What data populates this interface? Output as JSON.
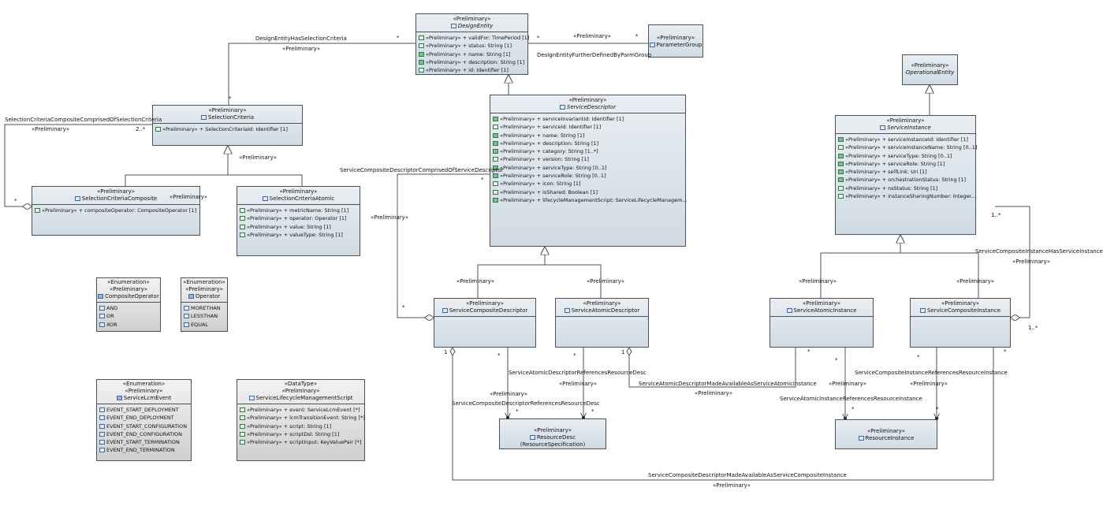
{
  "classes": {
    "design_entity": {
      "stereotype": "«Preliminary»",
      "name": "DesignEntity",
      "italic": true,
      "attrs": [
        "«Preliminary» + validFor: TimePeriod [1]",
        "«Preliminary» + status: String [1]",
        "«Preliminary» + name: String [1]",
        "«Preliminary» + description: String [1]",
        "«Preliminary» + id: Identifier [1]"
      ]
    },
    "parameter_group": {
      "stereotype": "«Preliminary»",
      "name": "ParameterGroup",
      "italic": false
    },
    "selection_criteria": {
      "stereotype": "«Preliminary»",
      "name": "SelectionCriteria",
      "italic": false,
      "attrs": [
        "«Preliminary» + SelectionCriteriaId: Identifier [1]"
      ]
    },
    "selection_criteria_composite": {
      "stereotype": "«Preliminary»",
      "name": "SelectionCriteriaComposite",
      "italic": false,
      "attrs": [
        "«Preliminary» + compositeOperator: CompositeOperator [1]"
      ]
    },
    "selection_criteria_atomic": {
      "stereotype": "«Preliminary»",
      "name": "SelectionCriteriaAtomic",
      "italic": false,
      "attrs": [
        "«Preliminary» + metricName: String [1]",
        "«Preliminary» + operator: Operator [1]",
        "«Preliminary» + value: String [1]",
        "«Preliminary» + valueType: String [1]"
      ]
    },
    "service_descriptor": {
      "stereotype": "«Preliminary»",
      "name": "ServiceDescriptor",
      "italic": true,
      "attrs": [
        "«Preliminary» + serviceInvariantId: Identifier [1]",
        "«Preliminary» + serviceId: Identifier [1]",
        "«Preliminary» + name: String [1]",
        "«Preliminary» + description: String [1]",
        "«Preliminary» + category: String [1..*]",
        "«Preliminary» + version: String [1]",
        "«Preliminary» + serviceType: String [0..1]",
        "«Preliminary» + serviceRole: String [0..1]",
        "«Preliminary» + icon: String [1]",
        "«Preliminary» + isShared: Boolean [1]",
        "«Preliminary» + lifecycleManagementScript: ServiceLifecycleManagem..."
      ]
    },
    "operational_entity": {
      "stereotype": "«Preliminary»",
      "name": "OperationalEntity",
      "italic": true
    },
    "service_instance": {
      "stereotype": "«Preliminary»",
      "name": "ServiceInstance",
      "italic": true,
      "attrs": [
        "«Preliminary» + serviceInstanceId: Identifier [1]",
        "«Preliminary» + serviceInstanceName: String [0..1]",
        "«Preliminary» + serviceType: String [0..1]",
        "«Preliminary» + serviceRole: String [1]",
        "«Preliminary» + selfLink: Uri [1]",
        "«Preliminary» + orchestrationStatus: String [1]",
        "«Preliminary» + nsStatus: String [1]",
        "«Preliminary» + instanceSharingNumber: Integer..."
      ]
    },
    "service_composite_descriptor": {
      "stereotype": "«Preliminary»",
      "name": "ServiceCompositeDescriptor",
      "italic": false
    },
    "service_atomic_descriptor": {
      "stereotype": "«Preliminary»",
      "name": "ServiceAtomicDescriptor",
      "italic": false
    },
    "service_atomic_instance": {
      "stereotype": "«Preliminary»",
      "name": "ServiceAtomicInstance",
      "italic": false
    },
    "service_composite_instance": {
      "stereotype": "«Preliminary»",
      "name": "ServiceCompositeInstance",
      "italic": false
    },
    "resource_desc": {
      "stereotype": "«Preliminary»",
      "name": "ResourceDesc (ResourceSpecification)",
      "italic": false
    },
    "resource_instance": {
      "stereotype": "«Preliminary»",
      "name": "ResourceInstance",
      "italic": false
    },
    "composite_operator": {
      "stereotype": "«Enumeration»",
      "stereotype2": "«Preliminary»",
      "name": "CompositeOperator",
      "literals": [
        "AND",
        "OR",
        "XOR"
      ]
    },
    "operator": {
      "stereotype": "«Enumeration»",
      "stereotype2": "«Preliminary»",
      "name": "Operator",
      "literals": [
        "MORETHAN",
        "LESSTHAN",
        "EQUAL"
      ]
    },
    "service_lcm_event": {
      "stereotype": "«Enumeration»",
      "stereotype2": "«Preliminary»",
      "name": "ServiceLcmEvent",
      "literals": [
        "EVENT_START_DEPLOYMENT",
        "EVENT_END_DEPLOYMENT",
        "EVENT_START_CONFIGURATION",
        "EVENT_END_CONFIGURATION",
        "EVENT_START_TERMINATION",
        "EVENT_END_TERMINATION"
      ]
    },
    "service_lifecycle_script": {
      "stereotype": "«DataType»",
      "stereotype2": "«Preliminary»",
      "name": "ServiceLifecycleManagementScript",
      "attrs": [
        "«Preliminary» + event: ServiceLcmEvent [*]",
        "«Preliminary» + lcmTransitionEvent: String [*]",
        "«Preliminary» + script: String [1]",
        "«Preliminary» + scriptDsl: String [1]",
        "«Preliminary» + scriptInput: KeyValuePair [*]"
      ]
    }
  },
  "labels": {
    "prelim": "«Preliminary»",
    "many": "*",
    "one": "1",
    "one_many": "1..*",
    "two_many": "2..*",
    "design_entity_has_selection_criteria": "DesignEntityHasSelectionCriteria",
    "design_entity_further_defined": "DesignEntityFurtherDefinedByParmGroup",
    "selection_criteria_composite_comprised": "SelectionCriteriaCompositeComprisedOfSelectionCriteria",
    "service_composite_descriptor_comprised": "ServiceCompositeDescriptorComprisedOfServiceDescriptor",
    "service_composite_instance_has": "ServiceCompositeInstanceHasServiceInstance",
    "service_atomic_descriptor_refs": "ServiceAtomicDescriptorReferencesResourceDesc",
    "service_composite_descriptor_refs": "ServiceCompositeDescriptorReferencesResourceDesc",
    "service_atomic_descriptor_available": "ServiceAtomicDescriptorMadeAvailableAsServiceAtomicInstance",
    "service_atomic_instance_refs": "ServiceAtomicInstanceReferencesResourceInstance",
    "service_composite_instance_refs": "ServiceCompositeInstanceReferencesResourceInstance",
    "service_composite_descriptor_available": "ServiceCompositeDescriptorMadeAvailableAsServiceCompositeInstance"
  },
  "colors": {
    "line": "#50505a",
    "class_fill": "#dce5ec",
    "enum_fill": "#e2e2e2",
    "icon_blue": "#3d6a9e",
    "icon_green": "#2f7a45"
  }
}
